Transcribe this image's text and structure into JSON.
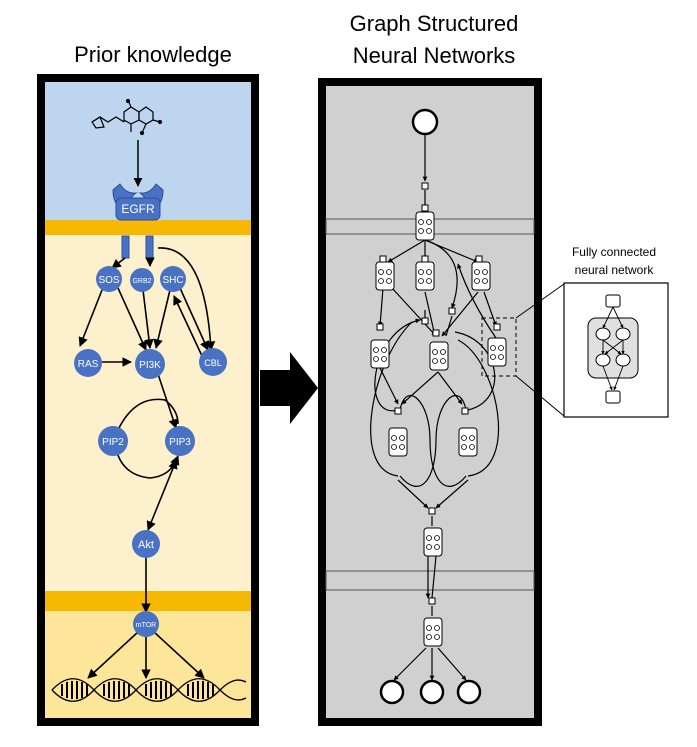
{
  "left_panel": {
    "title": "Prior knowledge",
    "receptor": "EGFR",
    "nodes": {
      "sos": "SOS",
      "grb2": "GRB2",
      "shc": "SHC",
      "ras": "RAS",
      "pi3k": "PI3K",
      "cbl": "CBL",
      "pip2": "PIP2",
      "pip3": "PIP3",
      "akt": "Akt",
      "mtor": "mTOR"
    }
  },
  "right_panel": {
    "title_line1": "Graph Structured",
    "title_line2": "Neural Networks"
  },
  "callout": {
    "label_line1": "Fully connected",
    "label_line2": "neural network"
  },
  "colors": {
    "membrane": "#f6b800",
    "cytoplasm": "#fdf0cc",
    "nucleus": "#fde599",
    "extracellular": "#bdd5ee",
    "node_fill": "#4a72c4",
    "nn_panel": "#d0d0d0"
  }
}
